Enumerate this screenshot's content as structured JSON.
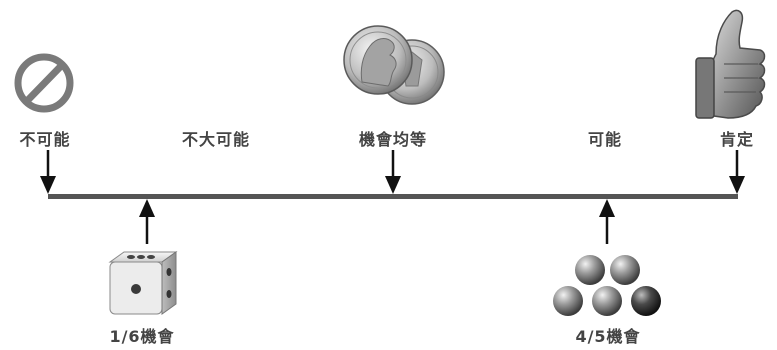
{
  "scale": {
    "markers": [
      {
        "label": "不可能"
      },
      {
        "label": "不大可能"
      },
      {
        "label": "機會均等"
      },
      {
        "label": "可能"
      },
      {
        "label": "肯定"
      }
    ]
  },
  "examples": {
    "dice": {
      "label": "1/6機會",
      "icon": "dice-icon"
    },
    "balls": {
      "label": "4/5機會",
      "icon": "balls-icon"
    }
  },
  "icons": {
    "impossible": "prohibited-icon",
    "even": "coin-icon",
    "certain": "thumbs-up-icon"
  },
  "colors": {
    "line": "#555555",
    "text": "#444444",
    "arrow": "#111111"
  }
}
